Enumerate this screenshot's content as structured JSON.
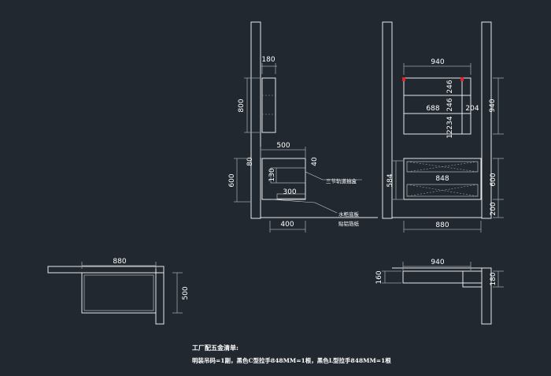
{
  "side_view": {
    "top_width": "180",
    "top_height": "800",
    "mid_width": "500",
    "mid_left_small": "80",
    "mid_right_small": "40",
    "inner_height": "130",
    "drawer_width": "300",
    "bottom_height": "600",
    "base_width": "400",
    "label_drawer": "三节轨道抽盒",
    "label_board_1": "水柜底板",
    "label_board_2": "贴铝箔纸"
  },
  "front_view": {
    "top_width": "940",
    "shelf_1": "246",
    "shelf_2": "246",
    "shelf_3": "234",
    "shelf_3_small": "12",
    "inner_width": "688",
    "side_width": "204",
    "right_height": "940",
    "cabinet_left_height": "584",
    "cabinet_inner_width": "848",
    "cabinet_right_height": "600",
    "legs_height": "200",
    "bottom_width": "880"
  },
  "plan_view_left": {
    "width": "880",
    "depth": "500"
  },
  "plan_view_right": {
    "width": "940",
    "left_depth": "160",
    "right_depth": "180"
  },
  "notes": {
    "title": "工厂配五金清单:",
    "line": "明装吊码=1副，黑色C型拉手848MM=1根，黑色L型拉手848MM=1根"
  }
}
